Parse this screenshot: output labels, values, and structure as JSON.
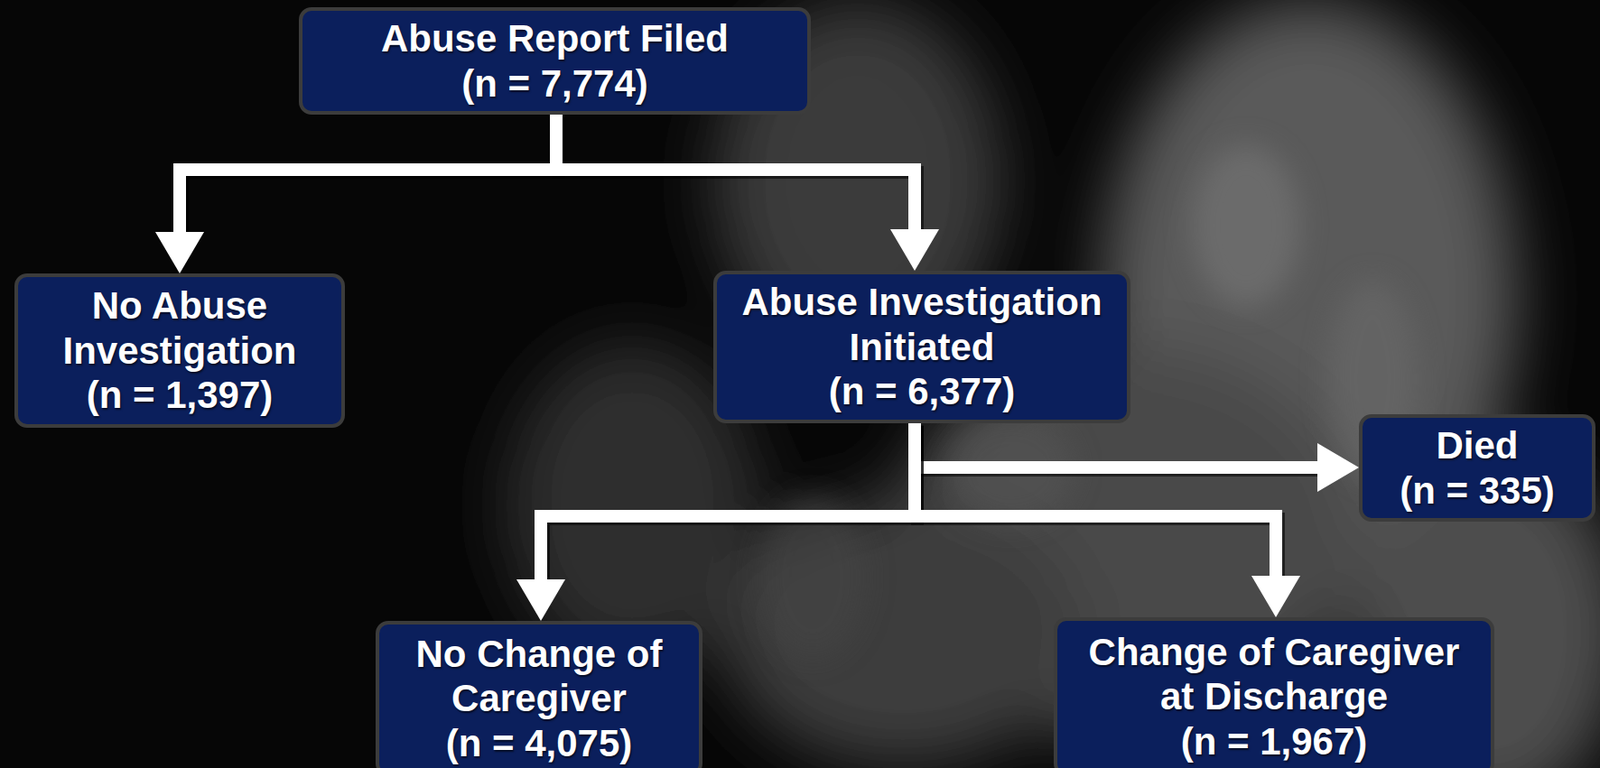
{
  "diagram": {
    "nodes": [
      {
        "text": [
          "Abuse Report Filed",
          "(n = 7,774)"
        ]
      },
      {
        "text": [
          "No Abuse Investigation",
          "(n = 1,397)"
        ]
      },
      {
        "text": [
          "Abuse Investigation Initiated",
          "(n = 6,377)"
        ]
      },
      {
        "text": [
          "Died",
          "(n = 335)"
        ]
      },
      {
        "text": [
          "No Change of Caregiver",
          "(n = 4,075)"
        ]
      },
      {
        "text": [
          "Change of Caregiver at Discharge",
          "(n = 1,967)"
        ]
      }
    ],
    "edges": [
      {
        "from": 0,
        "to": 1,
        "arrow": "to"
      },
      {
        "from": 0,
        "to": 2,
        "arrow": "to"
      },
      {
        "from": 2,
        "to": 3,
        "arrow": "to"
      },
      {
        "from": 2,
        "to": 4,
        "arrow": "to"
      },
      {
        "from": 2,
        "to": 5,
        "arrow": "to"
      }
    ]
  }
}
